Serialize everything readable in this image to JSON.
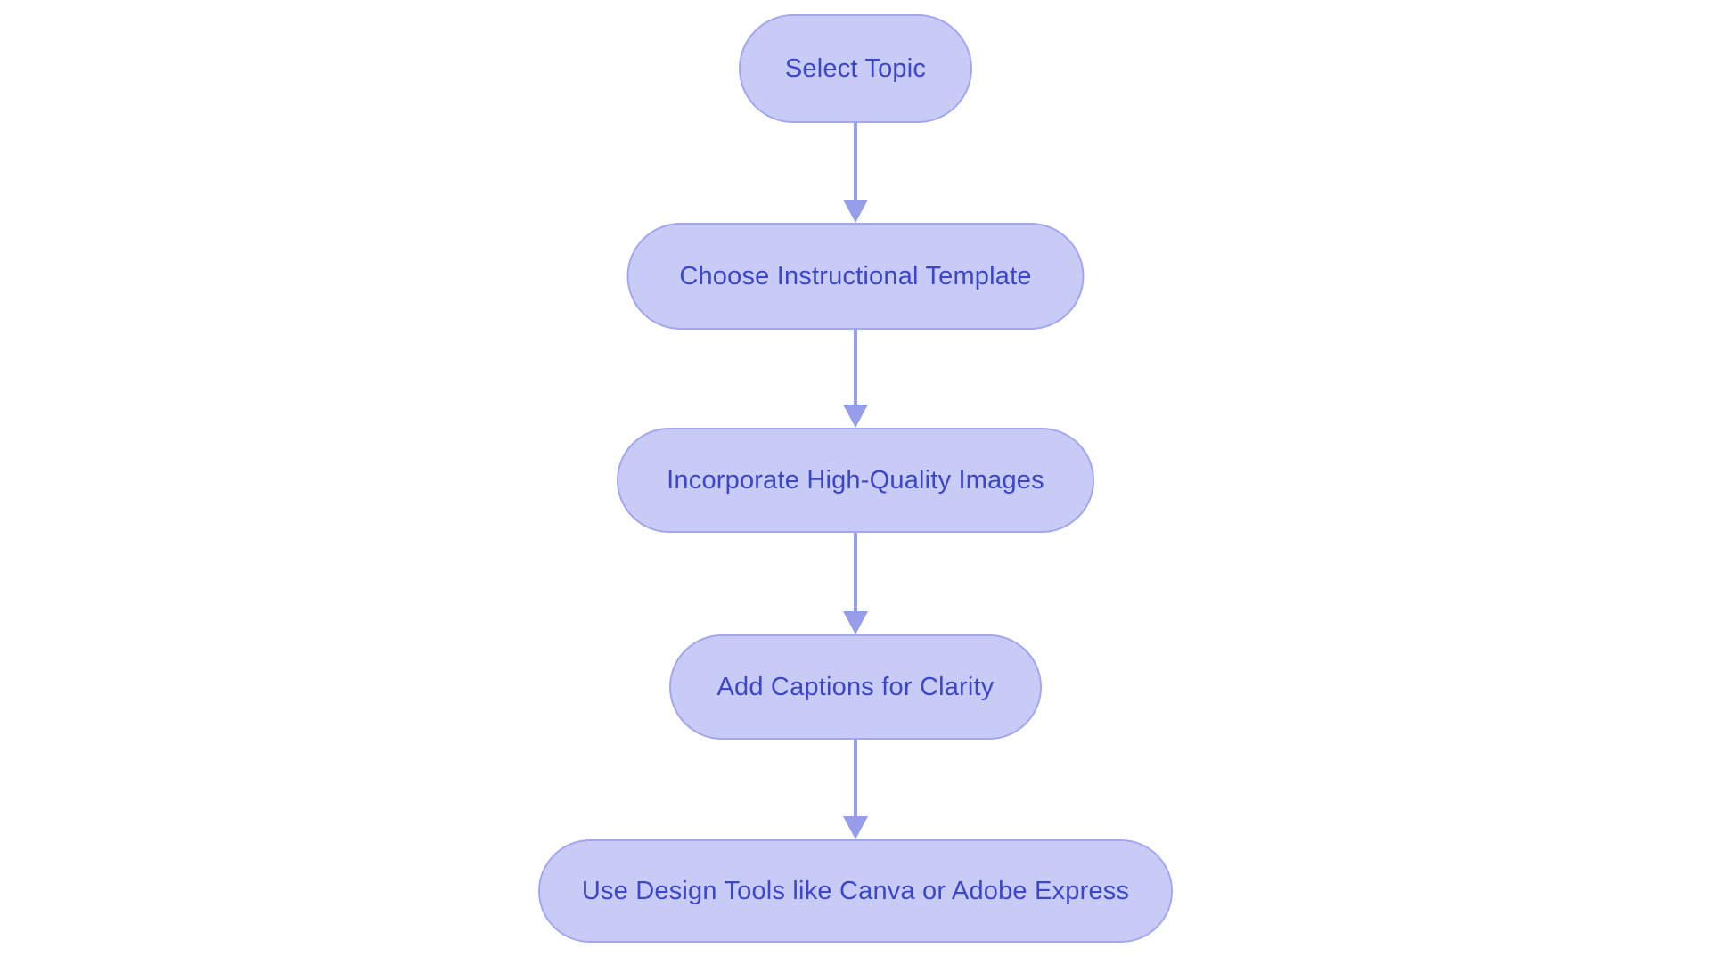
{
  "flowchart": {
    "type": "flowchart",
    "direction": "top-down",
    "nodes": [
      {
        "id": "select-topic",
        "label": "Select Topic"
      },
      {
        "id": "choose-instructional-template",
        "label": "Choose Instructional Template"
      },
      {
        "id": "incorporate-high-quality-images",
        "label": "Incorporate High-Quality Images"
      },
      {
        "id": "add-captions-for-clarity",
        "label": "Add Captions for Clarity"
      },
      {
        "id": "use-design-tools",
        "label": "Use Design Tools like Canva or Adobe Express"
      }
    ],
    "edges": [
      {
        "from": "select-topic",
        "to": "choose-instructional-template"
      },
      {
        "from": "choose-instructional-template",
        "to": "incorporate-high-quality-images"
      },
      {
        "from": "incorporate-high-quality-images",
        "to": "add-captions-for-clarity"
      },
      {
        "from": "add-captions-for-clarity",
        "to": "use-design-tools"
      }
    ],
    "colors": {
      "background": "#ffffff",
      "node_fill": "#c9cbf7",
      "node_border": "#a2a7ef",
      "node_text": "#3b46c8",
      "arrow": "#969de9"
    }
  }
}
